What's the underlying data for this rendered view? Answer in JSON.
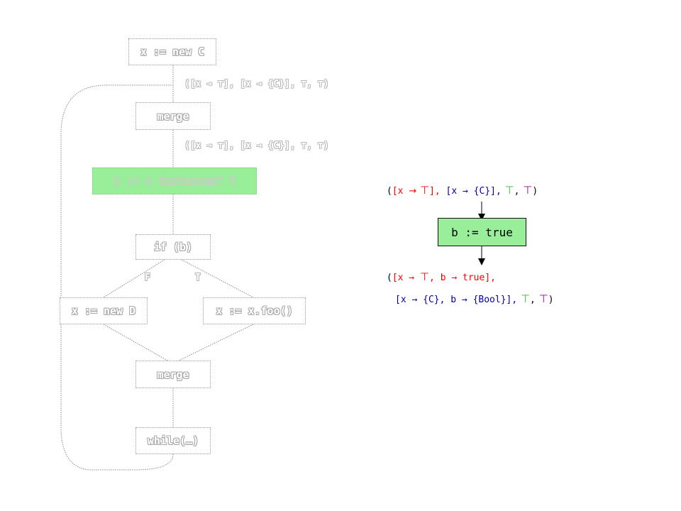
{
  "colors": {
    "highlight_green": "#99ee99",
    "faded_outline": "#a8a8a8",
    "top_red": "#ff0000",
    "set_blue": "#0000aa",
    "top_green": "#33bb33",
    "top_purple": "#990099"
  },
  "cfg": {
    "nodes": {
      "new_c": "x := new C",
      "merge_top": "merge",
      "instanceof": "b := x instanceof C",
      "if_b": "if (b)",
      "new_d": "x := new D",
      "foo": "x := x.foo()",
      "merge_bottom": "merge",
      "while": "while(…)"
    },
    "branch_labels": {
      "false": "F",
      "true": "T"
    },
    "states": {
      "after_new_c": "([x → ⊤], [x → {C}], ⊤, ⊤)",
      "after_merge": "([x → ⊤], [x → {C}], ⊤, ⊤)"
    }
  },
  "transfer": {
    "input_state": {
      "open": "(",
      "env_open": "[x ",
      "arrow": "→",
      "env_top": " ⊤",
      "env_close": "],",
      "set_part": " [x → {C}],",
      "top2": " ⊤",
      "comma": ",",
      "top3": " ⊤",
      "close": ")"
    },
    "node": "b := true",
    "output_state": {
      "line1_open": "(",
      "line1_env": "[x → ",
      "line1_top": "⊤",
      "line1_rest": ",  b → true],",
      "line2_sets": "[x → {C}, b → {Bool}],",
      "line2_top2": " ⊤",
      "line2_comma": ",",
      "line2_top3": " ⊤",
      "line2_close": ")"
    }
  }
}
